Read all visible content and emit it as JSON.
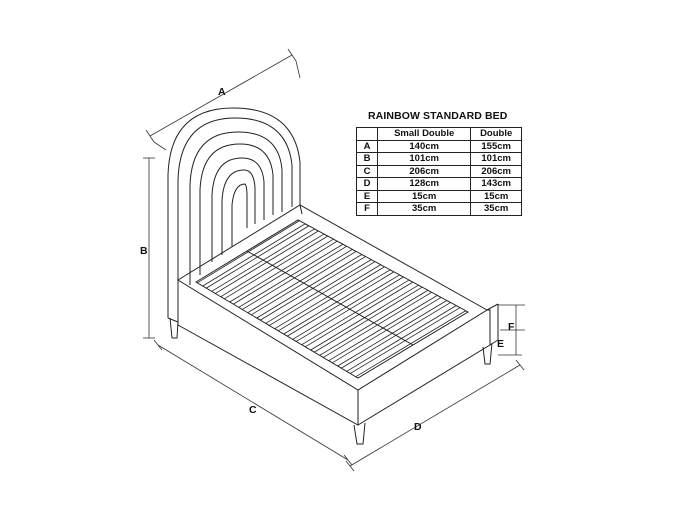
{
  "table": {
    "title": "RAINBOW STANDARD BED",
    "headers": [
      "",
      "Small Double",
      "Double"
    ],
    "rows": [
      {
        "key": "A",
        "small_double": "140cm",
        "double": "155cm"
      },
      {
        "key": "B",
        "small_double": "101cm",
        "double": "101cm"
      },
      {
        "key": "C",
        "small_double": "206cm",
        "double": "206cm"
      },
      {
        "key": "D",
        "small_double": "128cm",
        "double": "143cm"
      },
      {
        "key": "E",
        "small_double": "15cm",
        "double": "15cm"
      },
      {
        "key": "F",
        "small_double": "35cm",
        "double": "35cm"
      }
    ]
  },
  "dimension_labels": {
    "a": "A",
    "b": "B",
    "c": "C",
    "d": "D",
    "e": "E",
    "f": "F"
  }
}
